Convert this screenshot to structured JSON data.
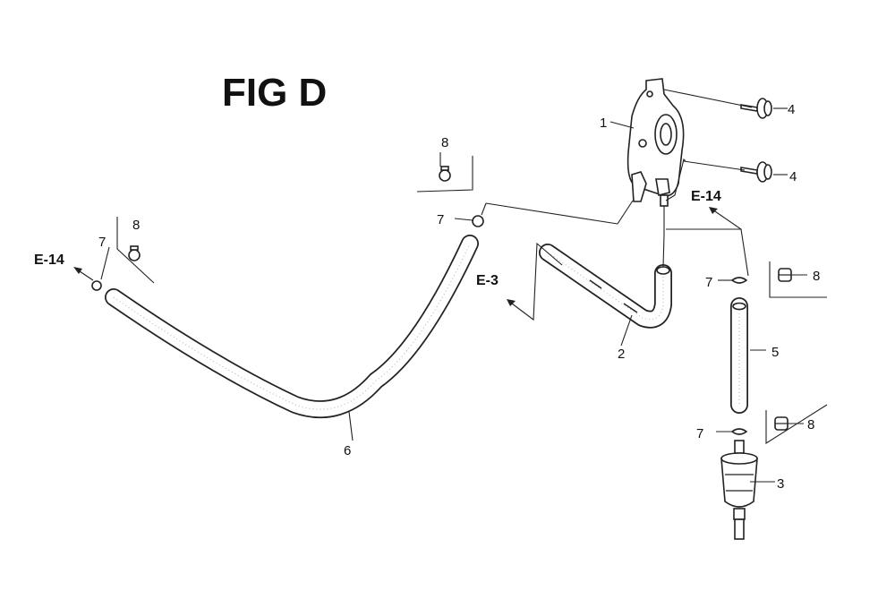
{
  "figure": {
    "title": "FIG D"
  },
  "callouts": {
    "c1": "1",
    "c2": "2",
    "c3": "3",
    "c4a": "4",
    "c4b": "4",
    "c5": "5",
    "c6": "6",
    "c7a": "7",
    "c7b": "7",
    "c7c": "7",
    "c7d": "7",
    "c8a": "8",
    "c8b": "8",
    "c8c": "8",
    "c8d": "8"
  },
  "references": {
    "e14_left": "E-14",
    "e14_right": "E-14",
    "e3": "E-3"
  }
}
